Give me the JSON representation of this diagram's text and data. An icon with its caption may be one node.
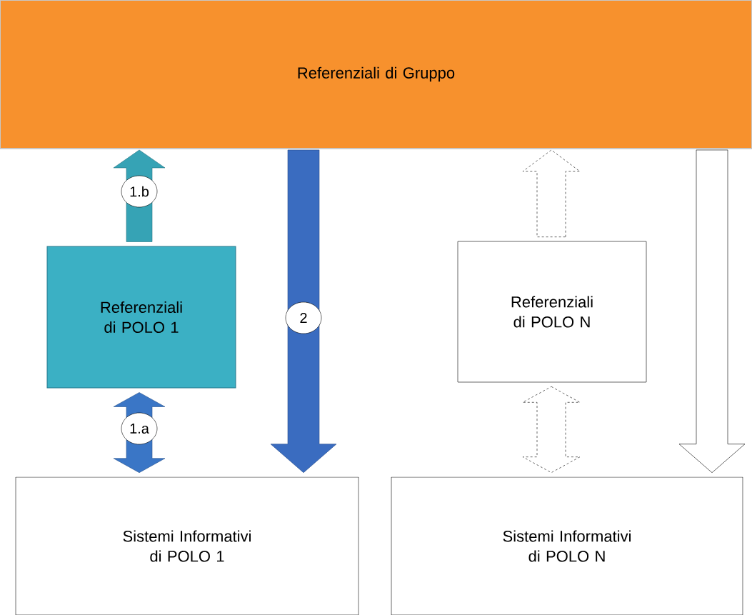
{
  "diagram": {
    "nodes": [
      {
        "text": [
          "Referenziali di Gruppo"
        ]
      },
      {
        "text": [
          "Referenziali di POLO 1"
        ]
      },
      {
        "text": [
          "Referenziali di POLO N"
        ]
      },
      {
        "text": [
          "Sistemi Informativi di POLO 1"
        ]
      },
      {
        "text": [
          "Sistemi Informativi di POLO N"
        ]
      }
    ],
    "edges": [
      {
        "from": 1,
        "to": 0,
        "arrow": "to",
        "label": "1.b",
        "color": "#36a3b5"
      },
      {
        "from": 0,
        "to": 3,
        "arrow": "to",
        "label": "2",
        "color": "#3a6cc0"
      },
      {
        "from": 1,
        "to": 3,
        "arrow": "both",
        "label": "1.a",
        "color": "#3a76c6"
      },
      {
        "from": 2,
        "to": 0,
        "arrow": "to",
        "style": "dashed",
        "color": "#ffffff"
      },
      {
        "from": 0,
        "to": 4,
        "arrow": "to",
        "color": "#ffffff"
      },
      {
        "from": 2,
        "to": 4,
        "arrow": "both",
        "style": "dashed",
        "color": "#ffffff"
      }
    ]
  }
}
